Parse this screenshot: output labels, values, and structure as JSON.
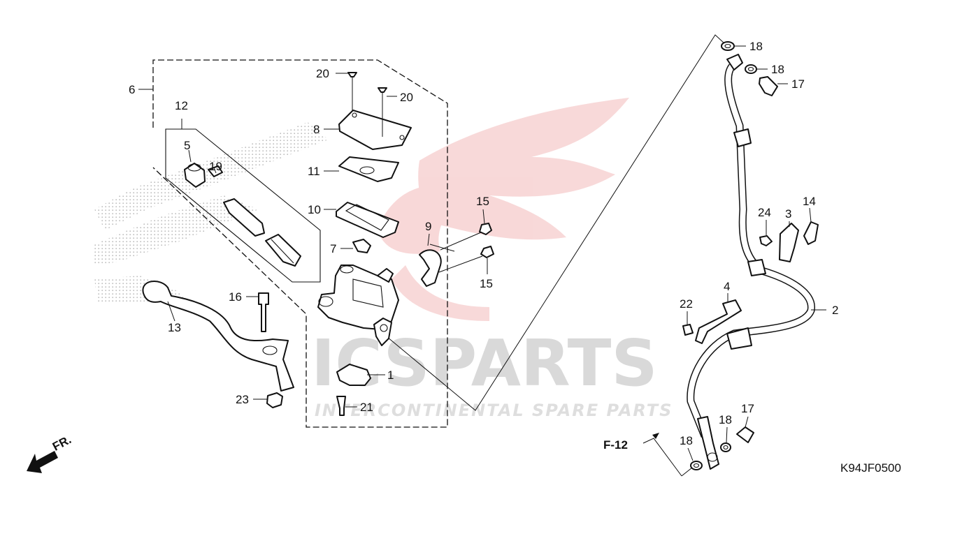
{
  "watermark": {
    "brand_main": "ICSPARTS",
    "brand_tagline": "INTERCONTINENTAL SPARE PARTS",
    "logo_color": "#f3b9b9"
  },
  "diagram_code": "K94JF0500",
  "reference": "F-12",
  "direction_marker": "FR.",
  "callouts": {
    "c1": "1",
    "c2": "2",
    "c3": "3",
    "c4": "4",
    "c5": "5",
    "c6": "6",
    "c7": "7",
    "c8": "8",
    "c9": "9",
    "c10": "10",
    "c11": "11",
    "c12": "12",
    "c13": "13",
    "c14": "14",
    "c15a": "15",
    "c15b": "15",
    "c16": "16",
    "c17a": "17",
    "c17b": "17",
    "c18a": "18",
    "c18b": "18",
    "c18c": "18",
    "c18d": "18",
    "c19": "19",
    "c20a": "20",
    "c20b": "20",
    "c21": "21",
    "c22": "22",
    "c23": "23",
    "c24": "24"
  },
  "colors": {
    "line": "#111111",
    "watermark_text": "#d9d9d9",
    "watermark_logo": "#f3b9b9"
  }
}
